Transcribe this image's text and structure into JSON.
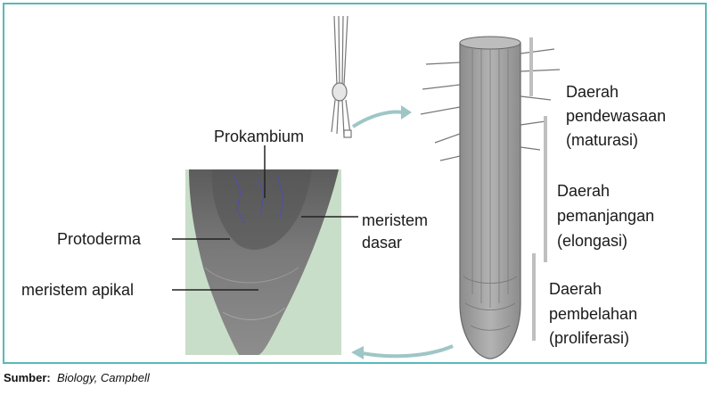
{
  "labels": {
    "prokambium": "Prokambium",
    "protoderma": "Protoderma",
    "meristem_apikal": "meristem apikal",
    "meristem_dasar_1": "meristem",
    "meristem_dasar_2": "dasar",
    "maturasi_1": "Daerah",
    "maturasi_2": "pendewasaan",
    "maturasi_3": "(maturasi)",
    "elongasi_1": "Daerah",
    "elongasi_2": "pemanjangan",
    "elongasi_3": "(elongasi)",
    "proliferasi_1": "Daerah",
    "proliferasi_2": "pembelahan",
    "proliferasi_3": "(proliferasi)"
  },
  "source": {
    "prefix": "Sumber:",
    "title": "Biology",
    "author": ", Campbell"
  },
  "colors": {
    "frame": "#58b9b9",
    "arrow": "#9fc6c6",
    "micro_bg": "#c9dec9",
    "tissue": "#6e6e6e",
    "root": "#9a9a9a"
  }
}
